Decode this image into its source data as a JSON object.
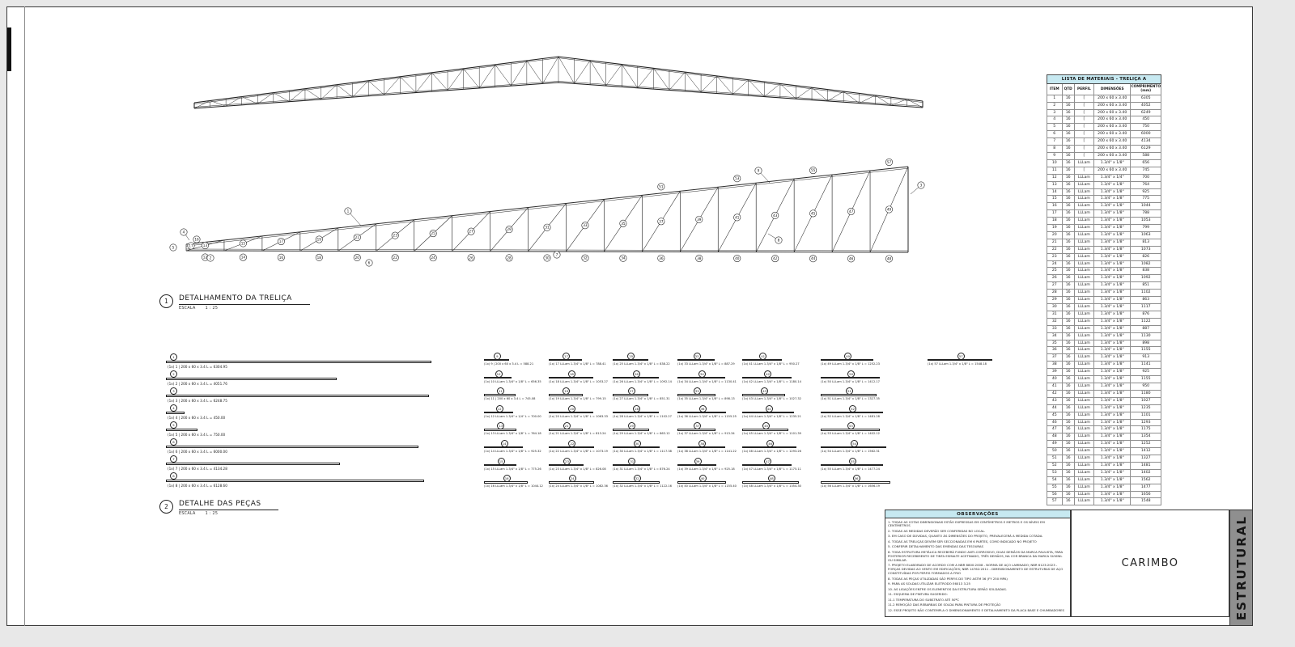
{
  "sheet": {
    "side_label": "ESTRUTURAL",
    "carimbo_label": "CARIMBO"
  },
  "views": [
    {
      "num": "1",
      "title": "DETALHAMENTO DA TRELIÇA",
      "scale_label": "ESCALA",
      "scale_value": "1 : 25"
    },
    {
      "num": "2",
      "title": "DETALHE DAS PEÇAS",
      "scale_label": "ESCALA",
      "scale_value": "1 : 25"
    }
  ],
  "materials_table": {
    "title": "LISTA DE MATERIAIS - TRELIÇA A",
    "columns": [
      "ITEM",
      "QTD",
      "PERFIL",
      "DIMENSÕES",
      "COMPRIMENTO (mm)"
    ],
    "rows": [
      [
        1,
        16,
        "[",
        "200 x 60 x 3.40",
        6305
      ],
      [
        2,
        16,
        "[",
        "200 x 60 x 3.40",
        4052
      ],
      [
        3,
        16,
        "[",
        "200 x 60 x 3.40",
        6249
      ],
      [
        4,
        16,
        "[",
        "200 x 60 x 3.40",
        450
      ],
      [
        5,
        16,
        "[",
        "200 x 60 x 3.40",
        750
      ],
      [
        6,
        16,
        "[",
        "200 x 60 x 3.40",
        6000
      ],
      [
        7,
        16,
        "[",
        "200 x 60 x 3.40",
        4134
      ],
      [
        8,
        16,
        "[",
        "200 x 60 x 3.40",
        6129
      ],
      [
        9,
        16,
        "[",
        "200 x 60 x 3.40",
        588
      ],
      [
        10,
        16,
        "LLLam",
        "1.3/4\" x 1/8\"",
        656
      ],
      [
        11,
        16,
        "[",
        "200 x 60 x 3.40",
        745
      ],
      [
        12,
        16,
        "LLLam",
        "1.3/4\" x 1/4\"",
        700
      ],
      [
        13,
        16,
        "LLLam",
        "1.3/4\" x 1/8\"",
        764
      ],
      [
        14,
        16,
        "LLLam",
        "1.3/4\" x 1/8\"",
        925
      ],
      [
        15,
        16,
        "LLLam",
        "1.3/4\" x 1/8\"",
        775
      ],
      [
        16,
        16,
        "LLLam",
        "1.3/4\" x 1/8\"",
        1044
      ],
      [
        17,
        16,
        "LLLam",
        "1.3/4\" x 1/8\"",
        788
      ],
      [
        18,
        16,
        "LLLam",
        "1.3/4\" x 1/8\"",
        1053
      ],
      [
        19,
        16,
        "LLLam",
        "1.3/4\" x 1/8\"",
        799
      ],
      [
        20,
        16,
        "LLLam",
        "1.3/4\" x 1/8\"",
        1063
      ],
      [
        21,
        16,
        "LLLam",
        "1.3/4\" x 1/8\"",
        813
      ],
      [
        22,
        16,
        "LLLam",
        "1.3/4\" x 1/8\"",
        1073
      ],
      [
        23,
        16,
        "LLLam",
        "1.3/4\" x 1/8\"",
        826
      ],
      [
        24,
        16,
        "LLLam",
        "1.3/4\" x 1/8\"",
        1082
      ],
      [
        25,
        16,
        "LLLam",
        "1.3/4\" x 1/8\"",
        838
      ],
      [
        26,
        16,
        "LLLam",
        "1.3/4\" x 1/8\"",
        1092
      ],
      [
        27,
        16,
        "LLLam",
        "1.3/4\" x 1/8\"",
        851
      ],
      [
        28,
        16,
        "LLLam",
        "1.3/4\" x 1/8\"",
        1102
      ],
      [
        29,
        16,
        "LLLam",
        "1.3/4\" x 1/8\"",
        863
      ],
      [
        30,
        16,
        "LLLam",
        "1.3/4\" x 1/8\"",
        1117
      ],
      [
        31,
        16,
        "LLLam",
        "1.3/4\" x 1/8\"",
        876
      ],
      [
        32,
        16,
        "LLLam",
        "1.3/4\" x 1/8\"",
        1122
      ],
      [
        33,
        16,
        "LLLam",
        "1.3/4\" x 1/8\"",
        887
      ],
      [
        34,
        16,
        "LLLam",
        "1.3/4\" x 1/8\"",
        1130
      ],
      [
        35,
        16,
        "LLLam",
        "1.3/4\" x 1/8\"",
        898
      ],
      [
        36,
        16,
        "LLLam",
        "1.3/4\" x 1/8\"",
        1155
      ],
      [
        37,
        16,
        "LLLam",
        "1.3/4\" x 1/8\"",
        913
      ],
      [
        38,
        16,
        "LLLam",
        "1.3/4\" x 1/8\"",
        1141
      ],
      [
        39,
        16,
        "LLLam",
        "1.3/4\" x 1/8\"",
        925
      ],
      [
        40,
        16,
        "LLLam",
        "1.3/4\" x 1/8\"",
        1155
      ],
      [
        41,
        16,
        "LLLam",
        "1.3/4\" x 1/8\"",
        950
      ],
      [
        42,
        16,
        "LLLam",
        "1.3/4\" x 1/8\"",
        1180
      ],
      [
        43,
        16,
        "LLLam",
        "1.3/4\" x 1/8\"",
        1027
      ],
      [
        44,
        16,
        "LLLam",
        "1.3/4\" x 1/8\"",
        1235
      ],
      [
        45,
        16,
        "LLLam",
        "1.3/4\" x 1/8\"",
        1101
      ],
      [
        46,
        16,
        "LLLam",
        "1.3/4\" x 1/8\"",
        1293
      ],
      [
        47,
        16,
        "LLLam",
        "1.3/4\" x 1/8\"",
        1175
      ],
      [
        48,
        16,
        "LLLam",
        "1.3/4\" x 1/8\"",
        1354
      ],
      [
        49,
        16,
        "LLLam",
        "1.3/4\" x 1/8\"",
        1252
      ],
      [
        50,
        16,
        "LLLam",
        "1.3/4\" x 1/8\"",
        1412
      ],
      [
        51,
        16,
        "LLLam",
        "1.3/4\" x 1/8\"",
        1327
      ],
      [
        52,
        16,
        "LLLam",
        "1.3/4\" x 1/8\"",
        1481
      ],
      [
        53,
        16,
        "LLLam",
        "1.3/4\" x 1/8\"",
        1402
      ],
      [
        54,
        16,
        "LLLam",
        "1.3/4\" x 1/8\"",
        1562
      ],
      [
        55,
        16,
        "LLLam",
        "1.3/4\" x 1/8\"",
        1477
      ],
      [
        56,
        16,
        "LLLam",
        "1.3/4\" x 1/8\"",
        1656
      ],
      [
        57,
        16,
        "LLLam",
        "1.3/4\" x 1/8\"",
        1548
      ]
    ]
  },
  "long_pieces": [
    {
      "n": 1,
      "len": 6305,
      "label": "(1x) 1 | 200 x 60 x 3.4 L = 6304.95"
    },
    {
      "n": 2,
      "len": 4052,
      "label": "(1x) 2 | 200 x 60 x 3.4 L = 4051.76"
    },
    {
      "n": 3,
      "len": 6249,
      "label": "(1x) 3 | 200 x 60 x 3.4 L = 6248.75"
    },
    {
      "n": 4,
      "len": 450,
      "label": "(1x) 4 | 200 x 60 x 3.4 L = 450.00"
    },
    {
      "n": 5,
      "len": 750,
      "label": "(1x) 5 | 200 x 60 x 3.4 L = 750.00"
    },
    {
      "n": 6,
      "len": 6000,
      "label": "(1x) 6 | 200 x 60 x 3.4 L = 6000.00"
    },
    {
      "n": 7,
      "len": 4134,
      "label": "(1x) 7 | 200 x 60 x 3.4 L = 4134.28"
    },
    {
      "n": 8,
      "len": 6129,
      "label": "(1x) 8 | 200 x 60 x 3.4 L = 6128.60"
    }
  ],
  "small_pieces": [
    {
      "n": 9,
      "len": 588,
      "label": "(1x) 9 | 200 x 60 x 3.4 L = 588.21"
    },
    {
      "n": 10,
      "len": 656,
      "label": "(1x) 10 LLLam 1.3/4\" x 1/8\" L = 656.35"
    },
    {
      "n": 11,
      "len": 745,
      "label": "(1x) 11 | 200 x 60 x 3.4 L = 745.08"
    },
    {
      "n": 12,
      "len": 700,
      "label": "(1x) 12 LLLam 1.3/4\" x 1/4\" L = 700.00"
    },
    {
      "n": 13,
      "len": 764,
      "label": "(1x) 13 LLLam 1.3/4\" x 1/8\" L = 764.18"
    },
    {
      "n": 14,
      "len": 925,
      "label": "(1x) 14 LLLam 1.3/4\" x 1/8\" L = 925.32"
    },
    {
      "n": 15,
      "len": 775,
      "label": "(1x) 15 LLLam 1.3/4\" x 1/8\" L = 775.26"
    },
    {
      "n": 16,
      "len": 1044,
      "label": "(1x) 16 LLLam 1.3/4\" x 1/8\" L = 1044.12"
    },
    {
      "n": 17,
      "len": 788,
      "label": "(1x) 17 LLLam 1.3/4\" x 1/8\" L = 788.41"
    },
    {
      "n": 18,
      "len": 1053,
      "label": "(1x) 18 LLLam 1.3/4\" x 1/8\" L = 1053.27"
    },
    {
      "n": 19,
      "len": 799,
      "label": "(1x) 19 LLLam 1.3/4\" x 1/8\" L = 799.15"
    },
    {
      "n": 20,
      "len": 1063,
      "label": "(1x) 20 LLLam 1.3/4\" x 1/8\" L = 1063.33"
    },
    {
      "n": 21,
      "len": 813,
      "label": "(1x) 21 LLLam 1.3/4\" x 1/8\" L = 813.24"
    },
    {
      "n": 22,
      "len": 1073,
      "label": "(1x) 22 LLLam 1.3/4\" x 1/8\" L = 1073.19"
    },
    {
      "n": 23,
      "len": 826,
      "label": "(1x) 23 LLLam 1.3/4\" x 1/8\" L = 826.08"
    },
    {
      "n": 24,
      "len": 1082,
      "label": "(1x) 24 LLLam 1.3/4\" x 1/8\" L = 1082.36"
    },
    {
      "n": 25,
      "len": 838,
      "label": "(1x) 25 LLLam 1.3/4\" x 1/8\" L = 838.22"
    },
    {
      "n": 26,
      "len": 1092,
      "label": "(1x) 26 LLLam 1.3/4\" x 1/8\" L = 1092.14"
    },
    {
      "n": 27,
      "len": 851,
      "label": "(1x) 27 LLLam 1.3/4\" x 1/8\" L = 851.31"
    },
    {
      "n": 28,
      "len": 1102,
      "label": "(1x) 28 LLLam 1.3/4\" x 1/8\" L = 1102.27"
    },
    {
      "n": 29,
      "len": 863,
      "label": "(1x) 29 LLLam 1.3/4\" x 1/8\" L = 863.12"
    },
    {
      "n": 30,
      "len": 1117,
      "label": "(1x) 30 LLLam 1.3/4\" x 1/8\" L = 1117.38"
    },
    {
      "n": 31,
      "len": 876,
      "label": "(1x) 31 LLLam 1.3/4\" x 1/8\" L = 876.24"
    },
    {
      "n": 32,
      "len": 1122,
      "label": "(1x) 32 LLLam 1.3/4\" x 1/8\" L = 1122.16"
    },
    {
      "n": 33,
      "len": 887,
      "label": "(1x) 33 LLLam 1.3/4\" x 1/8\" L = 887.29"
    },
    {
      "n": 34,
      "len": 1130,
      "label": "(1x) 34 LLLam 1.3/4\" x 1/8\" L = 1130.41"
    },
    {
      "n": 35,
      "len": 898,
      "label": "(1x) 35 LLLam 1.3/4\" x 1/8\" L = 898.13"
    },
    {
      "n": 36,
      "len": 1155,
      "label": "(1x) 36 LLLam 1.3/4\" x 1/8\" L = 1155.25"
    },
    {
      "n": 37,
      "len": 913,
      "label": "(1x) 37 LLLam 1.3/4\" x 1/8\" L = 913.34"
    },
    {
      "n": 38,
      "len": 1141,
      "label": "(1x) 38 LLLam 1.3/4\" x 1/8\" L = 1141.22"
    },
    {
      "n": 39,
      "len": 925,
      "label": "(1x) 39 LLLam 1.3/4\" x 1/8\" L = 925.18"
    },
    {
      "n": 40,
      "len": 1155,
      "label": "(1x) 40 LLLam 1.3/4\" x 1/8\" L = 1155.40"
    },
    {
      "n": 41,
      "len": 950,
      "label": "(1x) 41 LLLam 1.3/4\" x 1/8\" L = 950.27"
    },
    {
      "n": 42,
      "len": 1180,
      "label": "(1x) 42 LLLam 1.3/4\" x 1/8\" L = 1180.14"
    },
    {
      "n": 43,
      "len": 1027,
      "label": "(1x) 43 LLLam 1.3/4\" x 1/8\" L = 1027.32"
    },
    {
      "n": 44,
      "len": 1235,
      "label": "(1x) 44 LLLam 1.3/4\" x 1/8\" L = 1235.21"
    },
    {
      "n": 45,
      "len": 1101,
      "label": "(1x) 45 LLLam 1.3/4\" x 1/8\" L = 1101.39"
    },
    {
      "n": 46,
      "len": 1293,
      "label": "(1x) 46 LLLam 1.3/4\" x 1/8\" L = 1293.26"
    },
    {
      "n": 47,
      "len": 1175,
      "label": "(1x) 47 LLLam 1.3/4\" x 1/8\" L = 1175.11"
    },
    {
      "n": 48,
      "len": 1354,
      "label": "(1x) 48 LLLam 1.3/4\" x 1/8\" L = 1354.30"
    },
    {
      "n": 49,
      "len": 1252,
      "label": "(1x) 49 LLLam 1.3/4\" x 1/8\" L = 1252.23"
    },
    {
      "n": 50,
      "len": 1412,
      "label": "(1x) 50 LLLam 1.3/4\" x 1/8\" L = 1412.17"
    },
    {
      "n": 51,
      "len": 1327,
      "label": "(1x) 51 LLLam 1.3/4\" x 1/8\" L = 1327.35"
    },
    {
      "n": 52,
      "len": 1481,
      "label": "(1x) 52 LLLam 1.3/4\" x 1/8\" L = 1481.28"
    },
    {
      "n": 53,
      "len": 1402,
      "label": "(1x) 53 LLLam 1.3/4\" x 1/8\" L = 1402.12"
    },
    {
      "n": 54,
      "len": 1562,
      "label": "(1x) 54 LLLam 1.3/4\" x 1/8\" L = 1562.31"
    },
    {
      "n": 55,
      "len": 1477,
      "label": "(1x) 55 LLLam 1.3/4\" x 1/8\" L = 1477.24"
    },
    {
      "n": 56,
      "len": 1656,
      "label": "(1x) 56 LLLam 1.3/4\" x 1/8\" L = 1656.19"
    },
    {
      "n": 57,
      "len": 1548,
      "label": "(1x) 57 LLLam 1.3/4\" x 1/8\" L = 1548.18"
    }
  ],
  "detail_truss": {
    "diag_balloons": [
      13,
      15,
      17,
      19,
      21,
      23,
      25,
      27,
      29,
      31,
      33,
      35,
      37,
      39,
      41,
      43,
      45,
      47,
      49
    ],
    "bottom_balloons": [
      12,
      14,
      16,
      18,
      20,
      22,
      24,
      26,
      28,
      30,
      32,
      34,
      36,
      38,
      40,
      42,
      44,
      46,
      48
    ],
    "top_balloons": [
      51,
      53,
      55,
      57
    ],
    "leader_balloons": [
      1,
      2,
      3,
      4,
      5,
      6,
      7,
      8,
      9,
      16,
      17
    ]
  },
  "observacoes": {
    "title": "OBSERVAÇÕES",
    "notes": [
      "1. TODAS AS COTAS DIMENSIONAIS ESTÃO EXPRESSAS EM CENTÍMETROS E METROS E OS NÍVEIS EM CENTÍMETROS",
      "2. TODAS AS MEDIDAS DEVERÃO SER CONFERIDAS NO LOCAL.",
      "3. EM CASO DE DÚVIDAS, QUANTO ÀS DIMENSÕES DO PROJETO, PREVALECERÁ A MEDIDA COTADA.",
      "4. TODAS AS TRELIÇAS DEVEM SER SECCIONADAS EM 6 PARTES, COMO INDICADO NO PROJETO",
      "5. CONFERIR DETALHAMENTO DAS EMENDAS DAS TESOURAS",
      "6. TODA ESTRUTURA METÁLICA RECEBERÁ FUNDO ANTI-CORROSIVO, DUAS DEMÃOS DA MARCA PAULISTA, PARA POSTERIOR RECEBIMENTO DE TINTA ESMALTE ACETINADO, TRÊS DEMÃOS, NA COR BRANCA DA MARCA SUVINIL OU SIMILAR.",
      "7. PROJETO ELABORADO DE ACORDO COM A NBR 8800:2008 - NORMA DE AÇO LAMINADO; NBR 6123:2023 - FORÇAS DEVIDAS AO VENTO EM EDIFICAÇÕES; NBR 14762:2011 - DIMENSIONAMENTO DE ESTRUTURAS DE AÇO CONSTITUÍDAS POR PERFIS FORMADOS A FRIO",
      "8. TODAS AS PEÇAS UTILIZADAS SÃO PERFIS DO TIPO ASTM 36 (FY 250 MPA)",
      "9. PARA AS SOLDAS UTILIZAR ELETRODO E6013 3.25",
      "10. AS LIGAÇÕES ENTRE OS ELEMENTOS DA ESTRUTURA SERÃO SOLDADAS.",
      "11. ESQUEMA DE PINTURA SUGERIDO:",
      "11.1 TEMPERATURA DO SUBSTRATO ATÉ 50ºC",
      "11.2 REMOÇÃO DAS REBARBAS DE SOLDA PARA PINTURA DE PROTEÇÃO",
      "12. ESSE PROJETO NÃO CONTEMPLA O DIMENSIONAMENTO E DETALHAMENTO DA PLACA BASE E CHUMBADORES"
    ]
  }
}
